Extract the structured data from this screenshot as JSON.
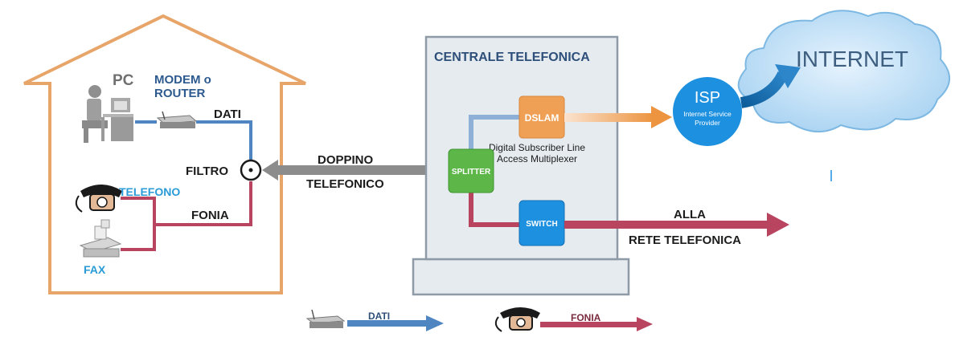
{
  "house": {
    "pc_label": "PC",
    "modem_label_line1": "MODEM o",
    "modem_label_line2": "ROUTER",
    "dati_label": "DATI",
    "filtro_label": "FILTRO",
    "telefono_label": "TELEFONO",
    "fonia_label": "FONIA",
    "fax_label": "FAX"
  },
  "link": {
    "line1": "DOPPINO",
    "line2": "TELEFONICO"
  },
  "exchange": {
    "title": "CENTRALE TELEFONICA",
    "dslam_label": "DSLAM",
    "dslam_desc_line1": "Digital Subscriber Line",
    "dslam_desc_line2": "Access Multiplexer",
    "splitter_label": "SPLITTER",
    "switch_label": "SWITCH"
  },
  "isp": {
    "label": "ISP",
    "desc_line1": "Internet Service",
    "desc_line2": "Provider"
  },
  "cloud": {
    "label": "INTERNET"
  },
  "network": {
    "line1": "ALLA",
    "line2": "RETE TELEFONICA"
  },
  "legend": {
    "dati": "DATI",
    "fonia": "FONIA"
  },
  "colors": {
    "house_outline": "#e8a56a",
    "data_line": "#4f86c2",
    "voice_line": "#b84460",
    "doppino": "#8c8c8c",
    "dslam": "#f0a055",
    "splitter": "#5db748",
    "switch": "#1e90e0",
    "isp": "#1e90e0",
    "cloud": "#bfe0f7"
  }
}
